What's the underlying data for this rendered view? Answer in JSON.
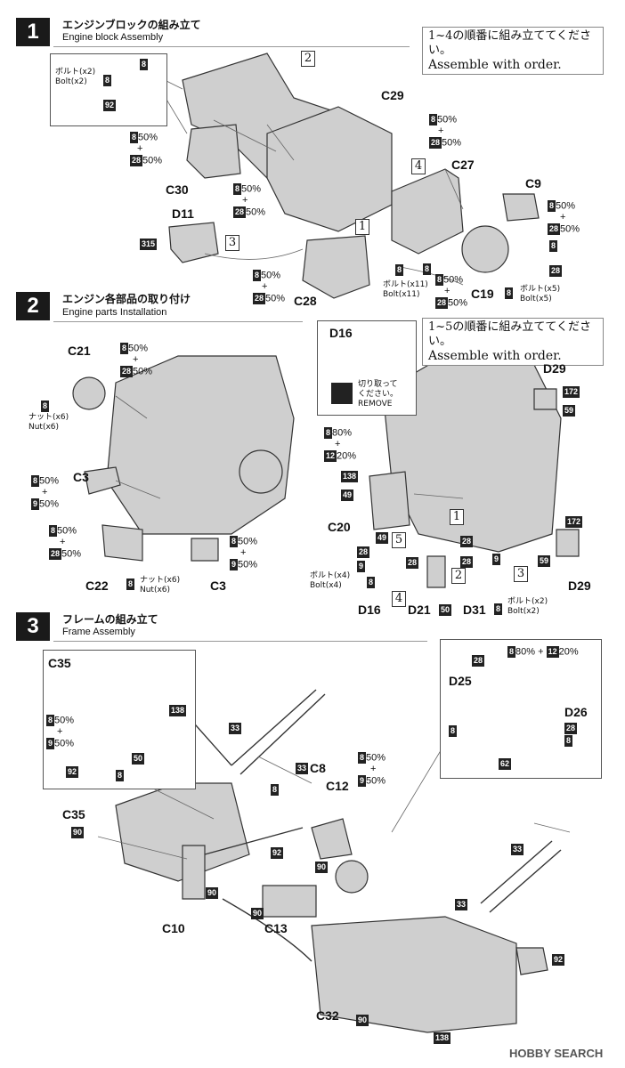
{
  "steps": [
    {
      "num": "1",
      "jp": "エンジンブロックの組み立て",
      "en": "Engine block Assembly"
    },
    {
      "num": "2",
      "jp": "エンジン各部品の取り付け",
      "en": "Engine parts Installation"
    },
    {
      "num": "3",
      "jp": "フレームの組み立て",
      "en": "Frame Assembly"
    }
  ],
  "notes": {
    "order14_jp": "1~4の順番に組み立ててください。",
    "order14_en": "Assemble with order.",
    "order15_jp": "1~5の順番に組み立ててください。",
    "order15_en": "Assemble with order."
  },
  "parts": {
    "c29": "C29",
    "c30": "C30",
    "d11": "D11",
    "c28": "C28",
    "c27": "C27",
    "c9": "C9",
    "c19": "C19",
    "c21": "C21",
    "c3a": "C3",
    "c22": "C22",
    "c3b": "C3",
    "d16": "D16",
    "d16b": "D16",
    "c20": "C20",
    "d21": "D21",
    "d31": "D31",
    "d29a": "D29",
    "d29b": "D29",
    "c35a": "C35",
    "c35b": "C35",
    "c8": "C8",
    "c12": "C12",
    "c10": "C10",
    "c13": "C13",
    "c32": "C32",
    "d25": "D25",
    "d26": "D26"
  },
  "colors": {
    "c8": "8",
    "c9": "9",
    "c12": "12",
    "c28": "28",
    "c33": "33",
    "c49": "49",
    "c50": "50",
    "c59": "59",
    "c62": "62",
    "c90": "90",
    "c92": "92",
    "c138": "138",
    "c172": "172",
    "c315": "315"
  },
  "paint": {
    "p50": "50%",
    "p80": "80%",
    "p20": "20%",
    "plus": "+",
    "p8020": "80% + ",
    "p20end": "20%"
  },
  "hardware": {
    "bolt_x2_jp": "ボルト(x2)",
    "bolt_x2_en": "Bolt(x2)",
    "bolt_x11_jp": "ボルト(x11)",
    "bolt_x11_en": "Bolt(x11)",
    "bolt_x5_jp": "ボルト(x5)",
    "bolt_x5_en": "Bolt(x5)",
    "nut_x6_jp": "ナット(x6)",
    "nut_x6_en": "Nut(x6)",
    "bolt_x4_jp": "ボルト(x4)",
    "bolt_x4_en": "Bolt(x4)",
    "cut_jp1": "切り取って",
    "cut_jp2": "ください。",
    "cut_en": "REMOVE"
  },
  "order_marks": [
    "1",
    "2",
    "3",
    "4",
    "5"
  ],
  "footer": {
    "brand": "HOBBY SEARCH"
  }
}
